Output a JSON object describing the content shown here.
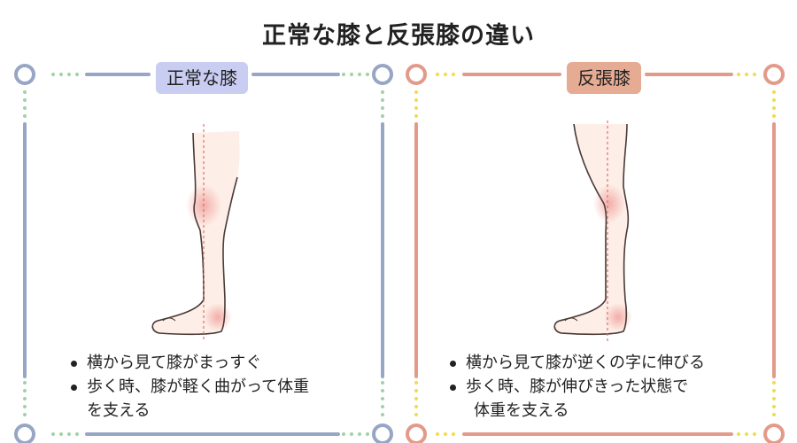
{
  "title": "正常な膝と反張膝の違い",
  "panels": {
    "normal": {
      "label": "正常な膝",
      "accent": "#97a6c4",
      "dot_color": "#9fd3a5",
      "tag_color": "#c9cdf2",
      "bullets": [
        {
          "line1": "横から見て膝がまっすぐ",
          "line2": ""
        },
        {
          "line1": "歩く時、膝が軽く曲がって体重",
          "line2": "を支える"
        }
      ]
    },
    "hyperextended": {
      "label": "反張膝",
      "accent": "#e39a8a",
      "dot_color": "#f2dc4a",
      "tag_color": "#e6ab93",
      "bullets": [
        {
          "line1": "横から見て膝が逆くの字に伸びる",
          "line2": ""
        },
        {
          "line1": "歩く時、膝が伸びきった状態で",
          "line2": "体重を支える"
        }
      ]
    }
  }
}
